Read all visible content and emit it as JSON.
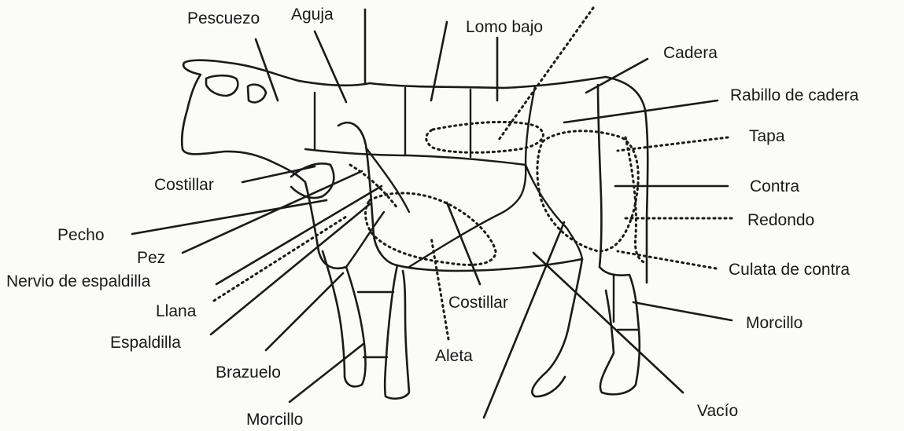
{
  "labels": {
    "pescuezo": "Pescuezo",
    "aguja": "Aguja",
    "lomo_bajo": "Lomo bajo",
    "cadera": "Cadera",
    "rabillo_de_cadera": "Rabillo de cadera",
    "tapa": "Tapa",
    "contra": "Contra",
    "redondo": "Redondo",
    "culata_de_contra": "Culata de contra",
    "morcillo_trasero": "Morcillo",
    "vacio": "Vacío",
    "costillar_superior": "Costillar",
    "costillar_inferior": "Costillar",
    "aleta": "Aleta",
    "pecho": "Pecho",
    "pez": "Pez",
    "nervio_de_espaldilla": "Nervio de espaldilla",
    "llana": "Llana",
    "espaldilla": "Espaldilla",
    "brazuelo": "Brazuelo",
    "morcillo_delantero": "Morcillo"
  }
}
